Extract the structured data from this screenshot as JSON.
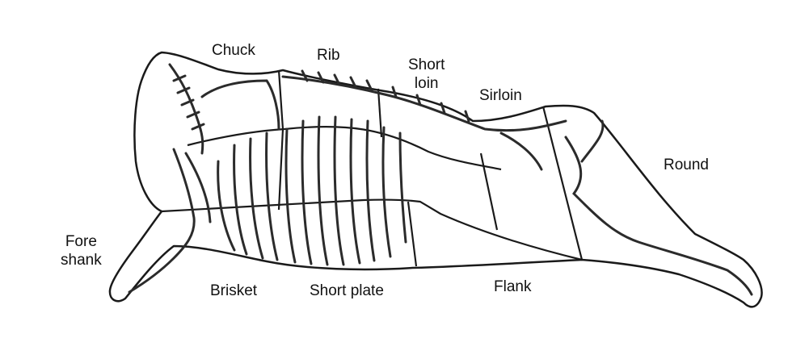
{
  "colors": {
    "outline": "#1a1a1a",
    "bone": "#2b2b2b",
    "background": "#ffffff"
  },
  "cuts": {
    "chuck": "Chuck",
    "rib": "Rib",
    "short_loin": "Short\nloin",
    "sirloin": "Sirloin",
    "round": "Round",
    "fore_shank": "Fore\nshank",
    "brisket": "Brisket",
    "short_plate": "Short plate",
    "flank": "Flank"
  }
}
